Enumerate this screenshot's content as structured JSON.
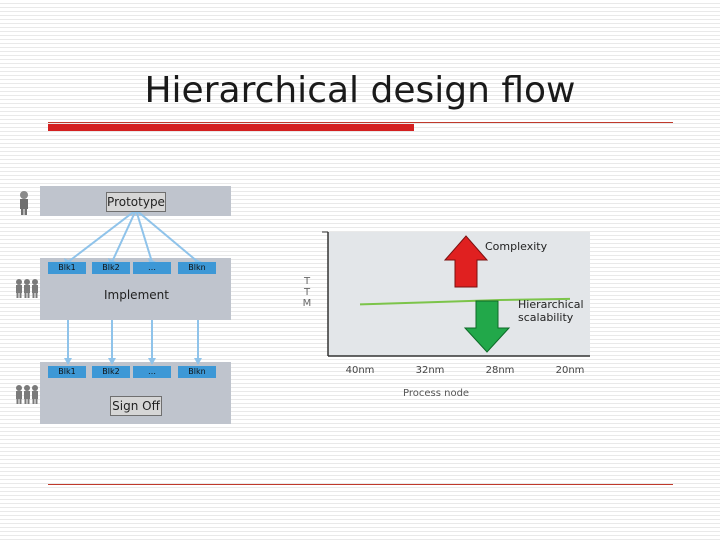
{
  "title": "Hierarchical design flow",
  "flow": {
    "prototype_label": "Prototype",
    "implement_label": "Implement",
    "signoff_label": "Sign Off",
    "blocks_row1": [
      "Blk1",
      "Blk2",
      "…",
      "Blkn"
    ],
    "blocks_row2": [
      "Blk1",
      "Blk2",
      "…",
      "Blkn"
    ]
  },
  "chart_data": {
    "type": "line",
    "ylabel": "T\nT\nM",
    "xlabel": "Process node",
    "categories": [
      "40nm",
      "32nm",
      "28nm",
      "20nm"
    ],
    "series": [
      {
        "values": [
          0.48,
          0.5,
          0.52,
          0.53
        ]
      }
    ],
    "annotations": [
      "Complexity",
      "Hierarchical scalability"
    ],
    "colors": {
      "line": "#7cc44a",
      "up_arrow": "#e02020",
      "down_arrow": "#22a84a",
      "plot_bg": "#e3e6e9"
    }
  },
  "icons": [
    "person-icon",
    "people-group-icon"
  ]
}
